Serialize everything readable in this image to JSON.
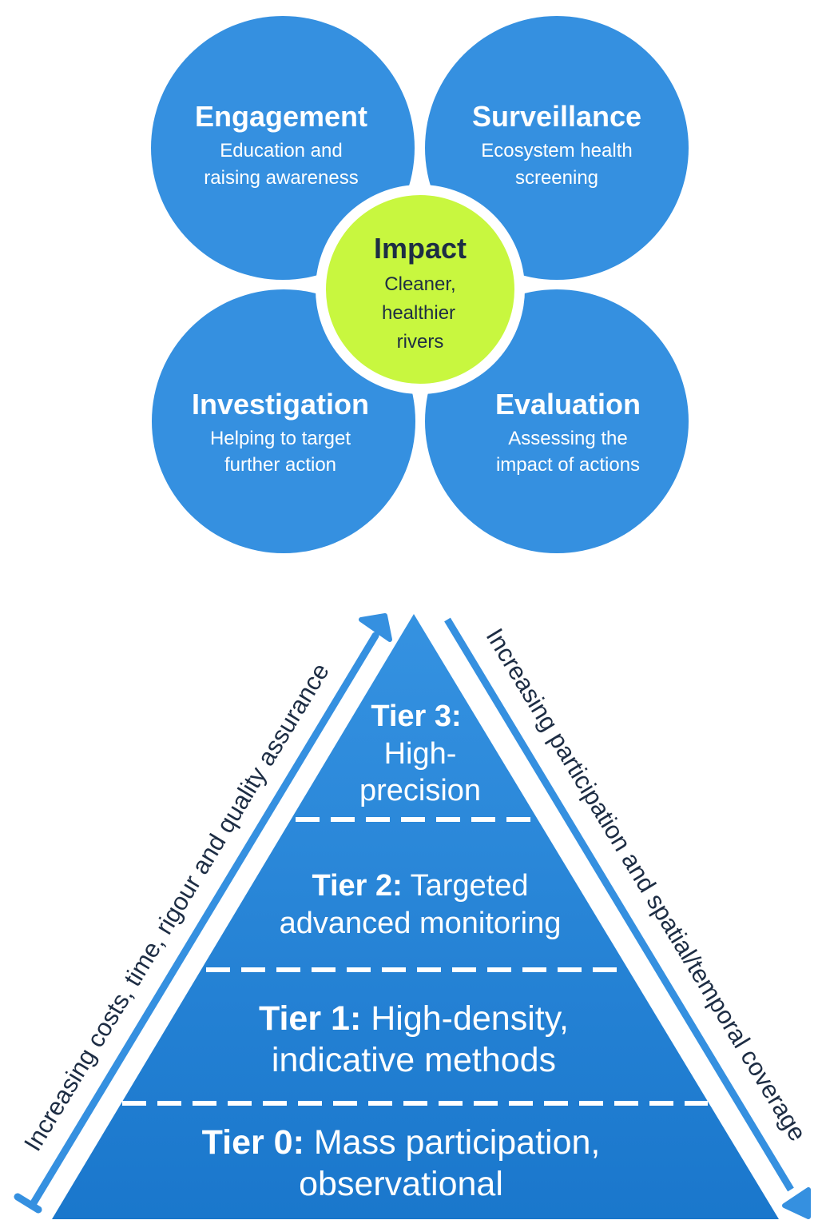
{
  "colors": {
    "circle": "#3590e0",
    "center": "#c8f73f",
    "pyramid_top": "#3592e1",
    "pyramid_bottom": "#1a77cc",
    "arrow": "#3590e0",
    "text_dark": "#1d2d44"
  },
  "circles": [
    {
      "title": "Engagement",
      "lines": [
        "Education and",
        "raising awareness"
      ]
    },
    {
      "title": "Surveillance",
      "lines": [
        "Ecosystem health",
        "screening"
      ]
    },
    {
      "title": "Investigation",
      "lines": [
        "Helping to target",
        "further action"
      ]
    },
    {
      "title": "Evaluation",
      "lines": [
        "Assessing the",
        "impact of actions"
      ]
    }
  ],
  "center": {
    "title": "Impact",
    "lines": [
      "Cleaner,",
      "healthier",
      "rivers"
    ]
  },
  "tiers": [
    {
      "label": "Tier 3:",
      "lines": [
        "High-",
        "precision"
      ]
    },
    {
      "label": "Tier 2:",
      "lines": [
        "Targeted",
        "advanced monitoring"
      ]
    },
    {
      "label": "Tier 1:",
      "lines": [
        "High-density,",
        "indicative methods"
      ]
    },
    {
      "label": "Tier 0:",
      "lines": [
        "Mass participation,",
        "observational"
      ]
    }
  ],
  "axes": {
    "left": "Increasing costs, time, rigour and quality assurance",
    "right": "Increasing participation and spatial/temporal coverage"
  }
}
